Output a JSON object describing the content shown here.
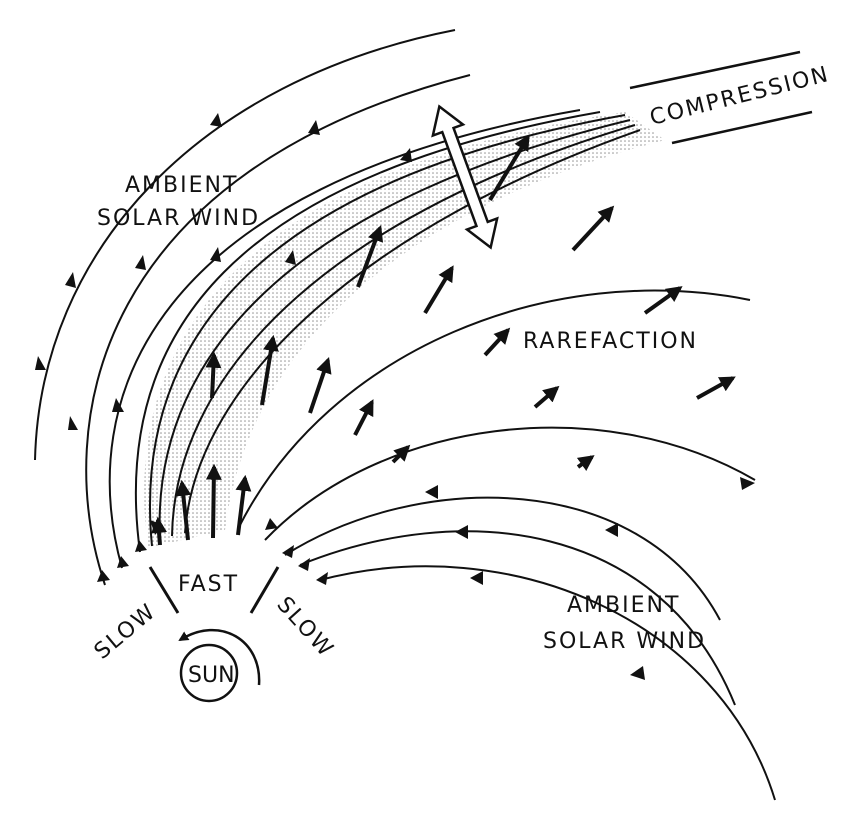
{
  "labels": {
    "compression": "COMPRESSION",
    "rarefaction": "RAREFACTION",
    "ambient_top_1": "AMBIENT",
    "ambient_top_2": "SOLAR WIND",
    "ambient_bottom_1": "AMBIENT",
    "ambient_bottom_2": "SOLAR WIND",
    "fast": "FAST",
    "slow_left": "SLOW",
    "slow_right": "SLOW",
    "sun": "SUN"
  },
  "colors": {
    "ink": "#111111",
    "stipple": "#bdbdbd"
  }
}
